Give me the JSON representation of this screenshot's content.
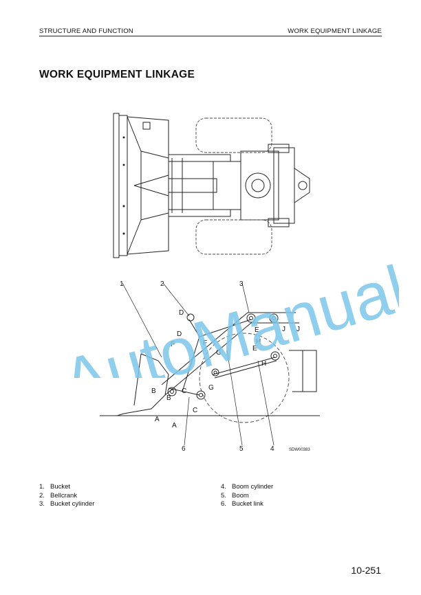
{
  "header": {
    "left": "STRUCTURE AND FUNCTION",
    "right": "WORK EQUIPMENT LINKAGE"
  },
  "title": "WORK EQUIPMENT LINKAGE",
  "figure": {
    "code": "SDW00383",
    "callouts_top": [
      "1",
      "2",
      "3"
    ],
    "callouts_bottom": [
      "6",
      "5",
      "4"
    ],
    "letters": [
      "A",
      "A",
      "B",
      "B",
      "C",
      "C",
      "D",
      "D",
      "E",
      "E",
      "F",
      "F",
      "G",
      "G",
      "H",
      "H",
      "J",
      "J"
    ]
  },
  "legend": {
    "col1": [
      {
        "num": "1.",
        "label": "Bucket"
      },
      {
        "num": "2.",
        "label": "Bellcrank"
      },
      {
        "num": "3.",
        "label": "Bucket cylinder"
      }
    ],
    "col2": [
      {
        "num": "4.",
        "label": "Boom cylinder"
      },
      {
        "num": "5.",
        "label": "Boom"
      },
      {
        "num": "6.",
        "label": "Bucket link"
      }
    ]
  },
  "watermark": "AutoManual",
  "page_number": "10-251",
  "colors": {
    "watermark": "#7cc6ea",
    "ink": "#111111"
  }
}
